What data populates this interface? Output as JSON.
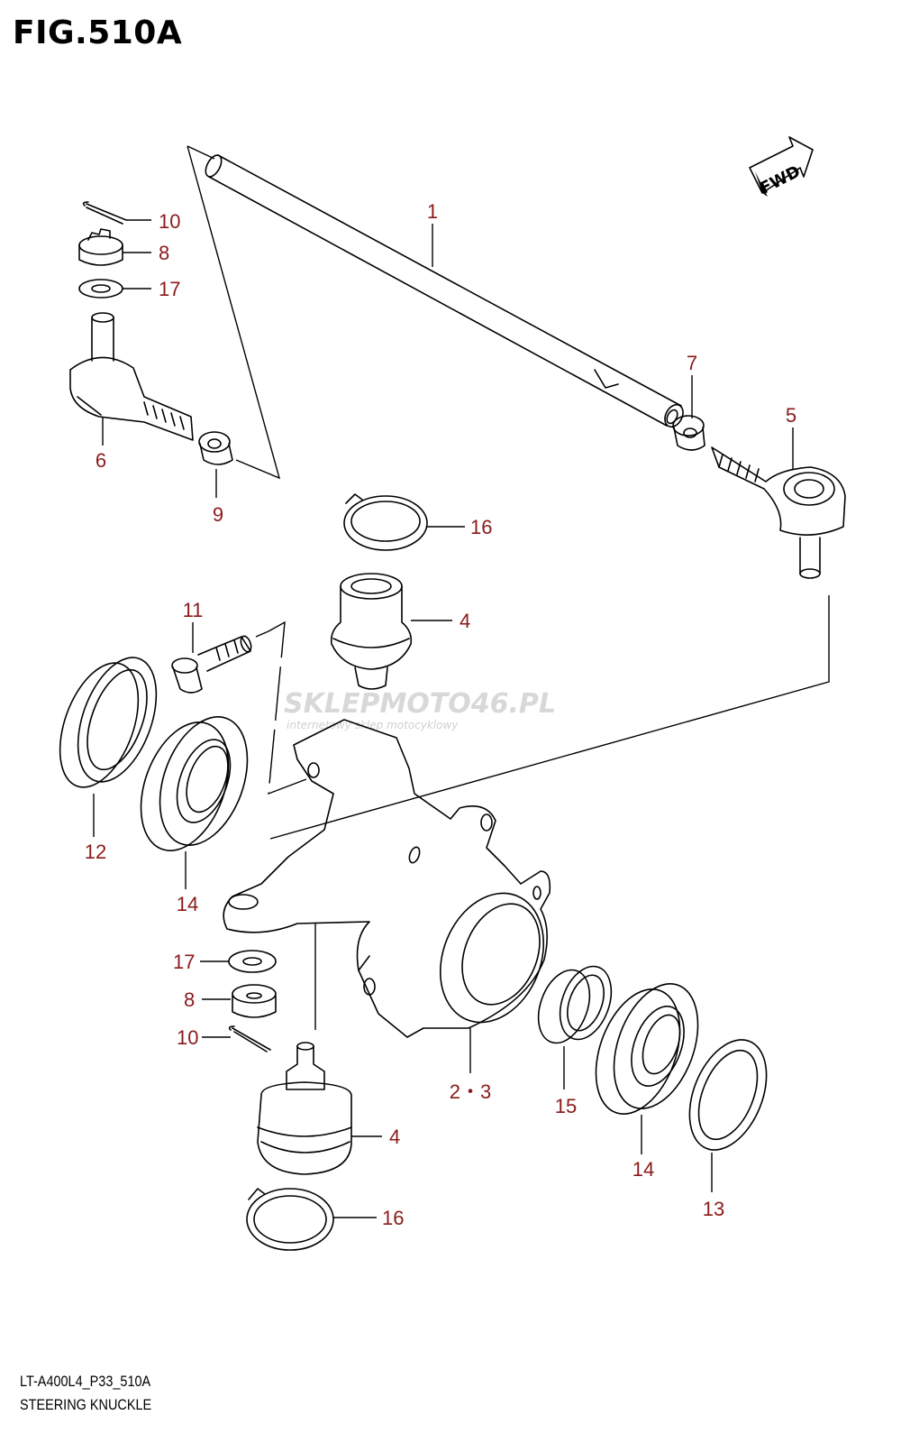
{
  "figure_title": "FIG.510A",
  "diagram_code": "LT-A400L4_P33_510A",
  "caption": "STEERING KNUCKLE",
  "direction_label": "FWD",
  "watermark": {
    "brand": "SKLEPMOTO46.PL",
    "tagline": "internetowy sklep motocyklowy"
  },
  "callouts": [
    {
      "id": "c1",
      "label": "1"
    },
    {
      "id": "c10a",
      "label": "10"
    },
    {
      "id": "c8a",
      "label": "8"
    },
    {
      "id": "c17a",
      "label": "17"
    },
    {
      "id": "c6",
      "label": "6"
    },
    {
      "id": "c9",
      "label": "9"
    },
    {
      "id": "c7",
      "label": "7"
    },
    {
      "id": "c5",
      "label": "5"
    },
    {
      "id": "c16a",
      "label": "16"
    },
    {
      "id": "c4a",
      "label": "4"
    },
    {
      "id": "c11",
      "label": "11"
    },
    {
      "id": "c12",
      "label": "12"
    },
    {
      "id": "c14a",
      "label": "14"
    },
    {
      "id": "c17b",
      "label": "17"
    },
    {
      "id": "c8b",
      "label": "8"
    },
    {
      "id": "c10b",
      "label": "10"
    },
    {
      "id": "c23",
      "label": "2・3"
    },
    {
      "id": "c15",
      "label": "15"
    },
    {
      "id": "c14b",
      "label": "14"
    },
    {
      "id": "c13",
      "label": "13"
    },
    {
      "id": "c4b",
      "label": "4"
    },
    {
      "id": "c16b",
      "label": "16"
    }
  ]
}
